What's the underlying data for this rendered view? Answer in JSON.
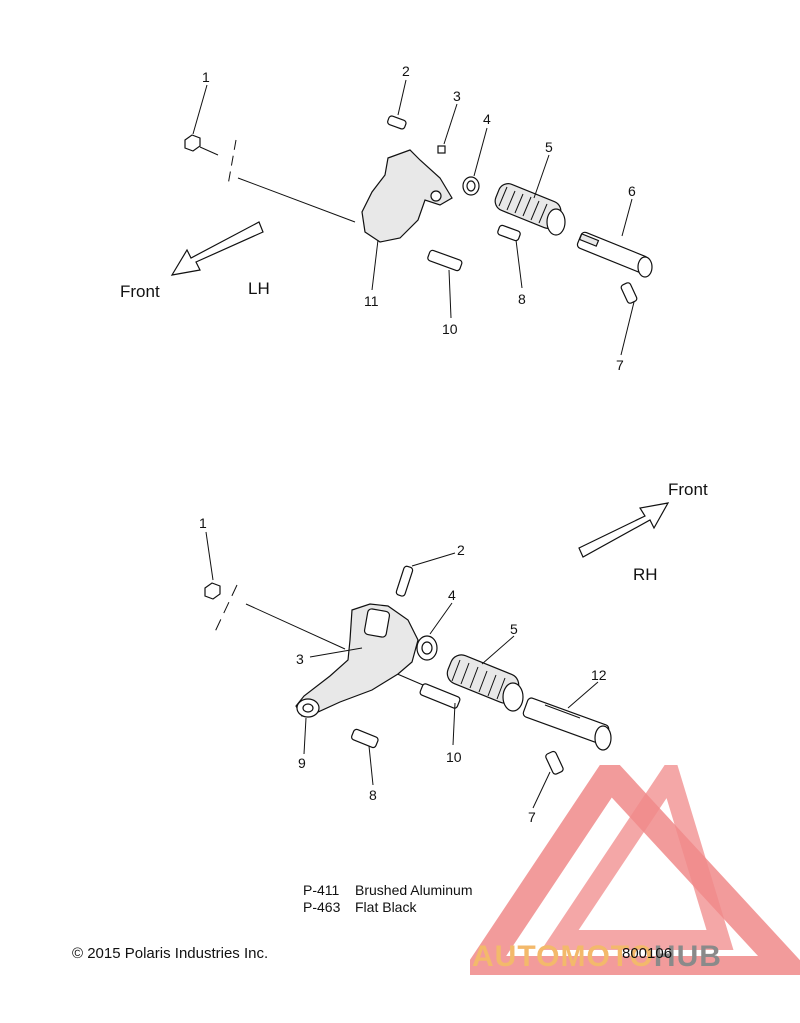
{
  "diagram": {
    "lh_label": "LH",
    "rh_label": "RH",
    "front_label": "Front",
    "callouts_lh": [
      "1",
      "2",
      "3",
      "4",
      "5",
      "6",
      "7",
      "8",
      "10",
      "11"
    ],
    "callouts_rh": [
      "1",
      "2",
      "3",
      "4",
      "5",
      "12",
      "7",
      "8",
      "10",
      "9"
    ]
  },
  "finish_legend": [
    {
      "code": "P-411",
      "desc": "Brushed Aluminum"
    },
    {
      "code": "P-463",
      "desc": "Flat Black"
    }
  ],
  "footer": {
    "copyright": "© 2015 Polaris Industries Inc.",
    "drawing_number": "800106"
  },
  "watermark": {
    "part1": "AUTOMOTO",
    "part2": "HUB",
    "colors": {
      "triangle": "#f08a8a",
      "text_orange": "#f3b96b",
      "text_gray": "#8a8a8a"
    }
  }
}
